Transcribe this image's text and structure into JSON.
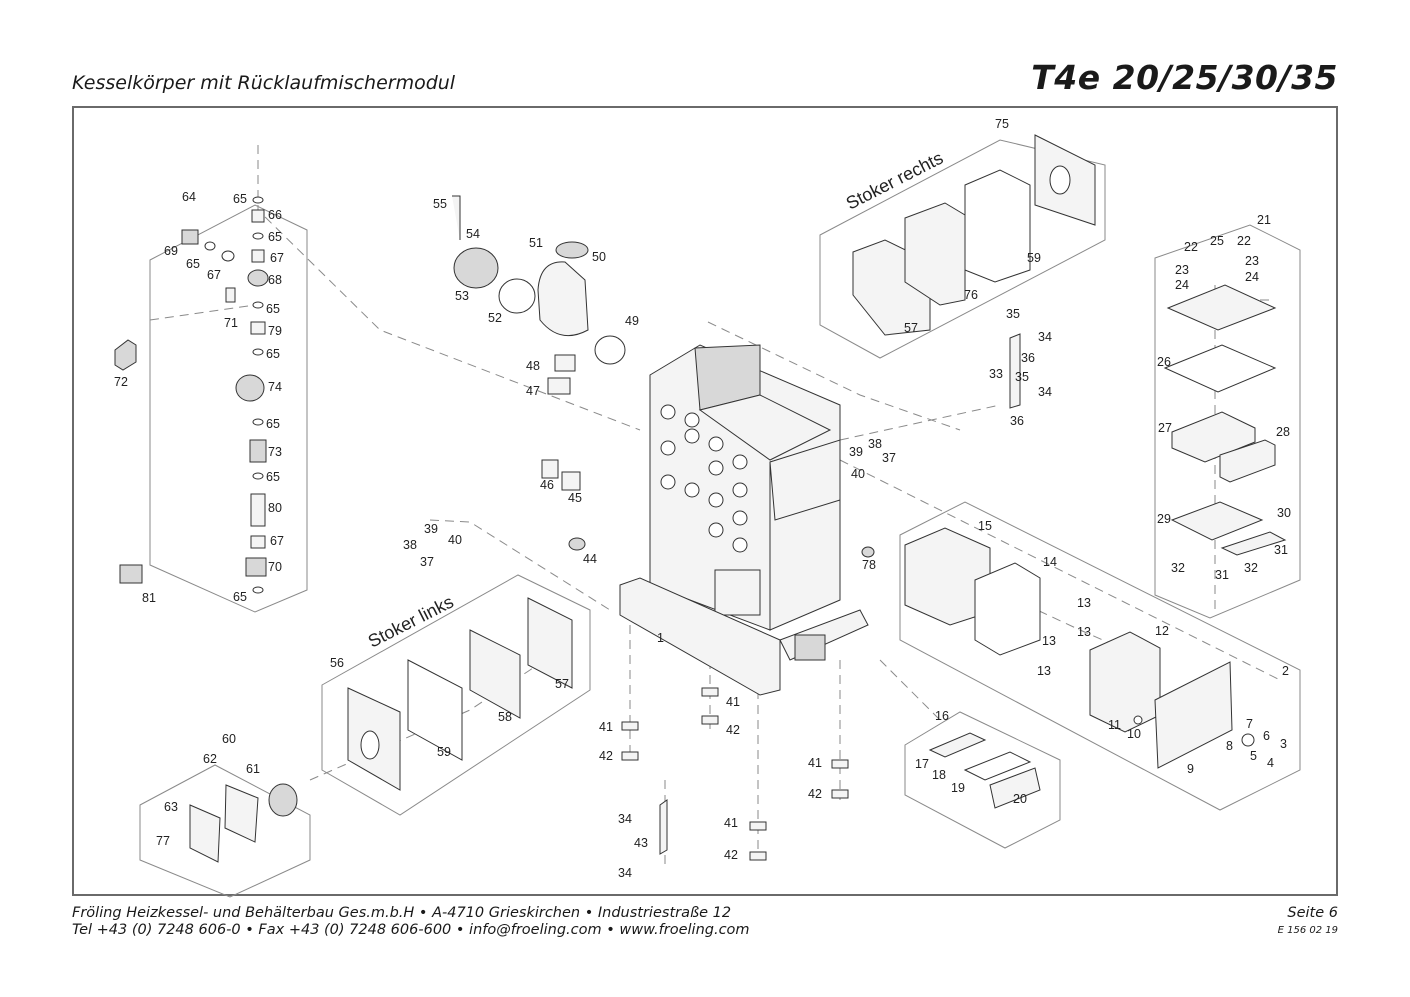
{
  "header": {
    "title": "Kesselkörper mit Rücklaufmischermodul",
    "model": "T4e 20/25/30/35"
  },
  "diagram": {
    "stoker_right_label": "Stoker rechts",
    "stoker_left_label": "Stoker links",
    "part_numbers": [
      "1",
      "2",
      "3",
      "4",
      "5",
      "6",
      "7",
      "8",
      "9",
      "10",
      "11",
      "12",
      "13",
      "13",
      "13",
      "13",
      "14",
      "15",
      "16",
      "17",
      "18",
      "19",
      "20",
      "21",
      "22",
      "22",
      "23",
      "23",
      "24",
      "24",
      "25",
      "26",
      "27",
      "28",
      "29",
      "30",
      "31",
      "31",
      "32",
      "32",
      "33",
      "34",
      "34",
      "34",
      "34",
      "35",
      "35",
      "36",
      "36",
      "37",
      "37",
      "38",
      "38",
      "39",
      "39",
      "40",
      "40",
      "41",
      "41",
      "41",
      "41",
      "42",
      "42",
      "42",
      "42",
      "43",
      "44",
      "45",
      "46",
      "47",
      "48",
      "49",
      "50",
      "51",
      "52",
      "53",
      "54",
      "55",
      "56",
      "57",
      "57",
      "58",
      "59",
      "59",
      "60",
      "61",
      "62",
      "63",
      "64",
      "65",
      "65",
      "65",
      "65",
      "65",
      "65",
      "65",
      "65",
      "66",
      "67",
      "67",
      "67",
      "68",
      "69",
      "70",
      "71",
      "72",
      "73",
      "74",
      "75",
      "76",
      "77",
      "78",
      "79",
      "80",
      "81"
    ]
  },
  "footer": {
    "line1": "Fröling Heizkessel- und Behälterbau Ges.m.b.H   •  A-4710 Grieskirchen   •  Industriestraße 12",
    "line2": "Tel +43 (0) 7248 606-0   •  Fax +43 (0) 7248 606-600  •  info@froeling.com   •  www.froeling.com",
    "page": "Seite 6",
    "doc_number": "E 156 02 19"
  }
}
